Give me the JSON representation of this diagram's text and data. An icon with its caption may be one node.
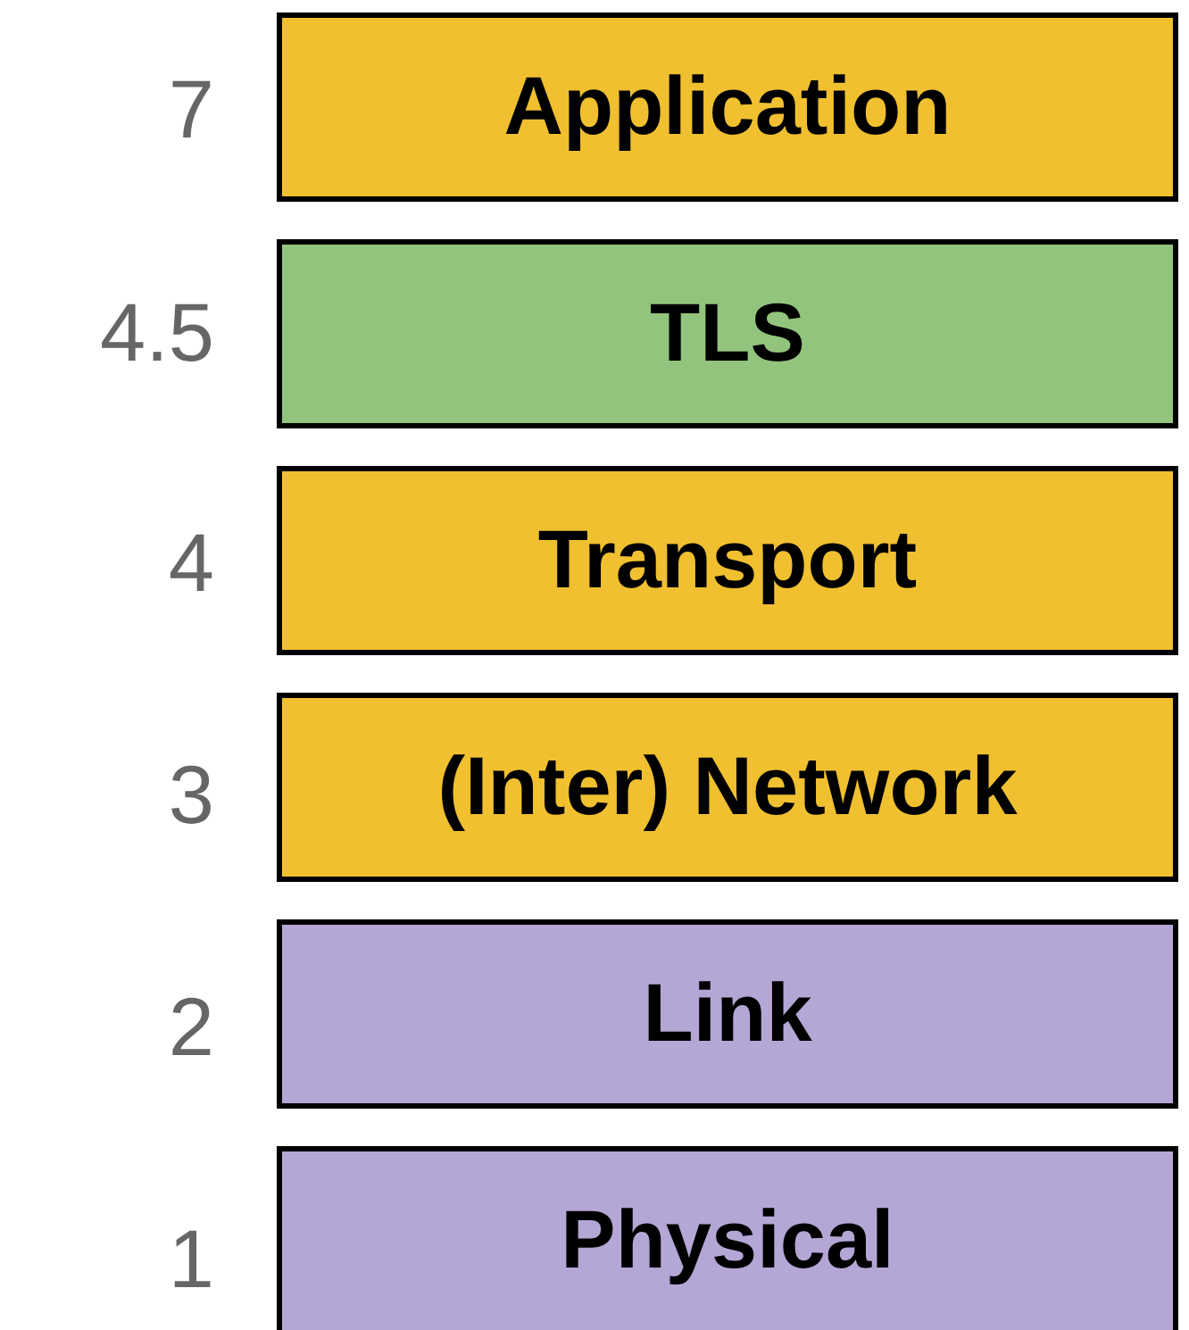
{
  "diagram": {
    "nodes": [
      {
        "text": [
          "Application"
        ],
        "beside": [
          "7"
        ]
      },
      {
        "text": [
          "TLS"
        ],
        "beside": [
          "4.5"
        ]
      },
      {
        "text": [
          "Transport"
        ],
        "beside": [
          "4"
        ]
      },
      {
        "text": [
          "(Inter) Network"
        ],
        "beside": [
          "3"
        ]
      },
      {
        "text": [
          "Link"
        ],
        "beside": [
          "2"
        ]
      },
      {
        "text": [
          "Physical"
        ],
        "beside": [
          "1"
        ]
      }
    ]
  }
}
